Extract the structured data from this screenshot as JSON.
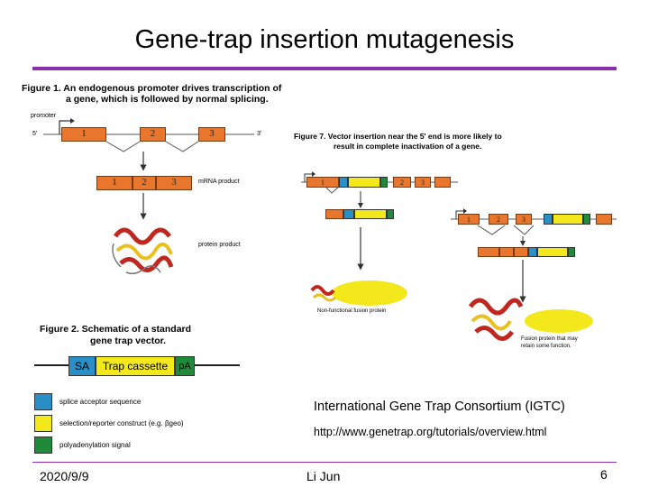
{
  "slide": {
    "title": "Gene-trap insertion mutagenesis",
    "footer_date": "2020/9/9",
    "footer_author": "Li Jun",
    "page_number": "6",
    "accent_color": "#8b2fb0"
  },
  "figure1": {
    "title_line1": "Figure 1.  An endogenous promoter drives transcription of",
    "title_line2": "a gene, which is followed by normal splicing.",
    "promoter_label": "promoter",
    "five_prime": "5'",
    "three_prime": "3'",
    "exons": [
      "1",
      "2",
      "3"
    ],
    "mrna_label": "mRNA product",
    "protein_label": "protein product"
  },
  "figure2": {
    "title_line1": "Figure 2.  Schematic of a standard",
    "title_line2": "gene trap vector.",
    "sa": "SA",
    "cassette": "Trap cassette",
    "pa": "pA",
    "legend": [
      {
        "label": "splice acceptor sequence",
        "color": "#2b8fc7"
      },
      {
        "label": "selection/reporter construct (e.g. βgeo)",
        "color": "#f2e81c"
      },
      {
        "label": "polyadenylation signal",
        "color": "#1f8a3a"
      }
    ]
  },
  "figure7": {
    "title_line1": "Figure 7.  Vector insertion near the 5' end is more likely to",
    "title_line2": "result in complete inactivation of a gene.",
    "left_label": "Non-functional fusion protein",
    "right_label_line1": "Fusion protein that may",
    "right_label_line2": "retain some function."
  },
  "credit": {
    "org": "International Gene Trap Consortium (IGTC)",
    "url": "http://www.genetrap.org/tutorials/overview.html"
  }
}
